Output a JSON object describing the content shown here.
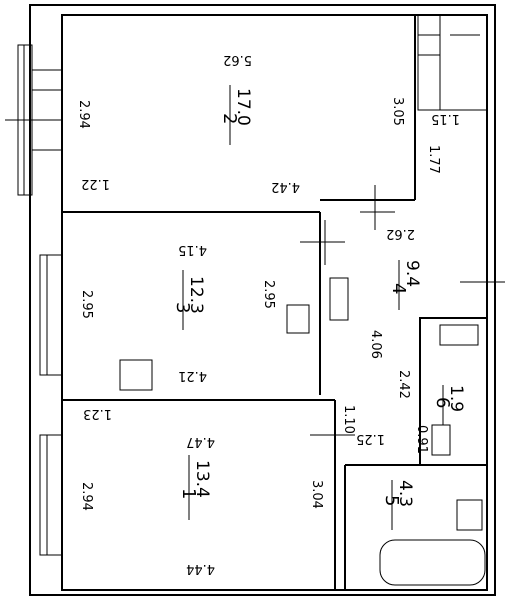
{
  "rooms": [
    {
      "number": "2",
      "area": "17.0",
      "dims": [
        "5.62",
        "2.94",
        "3.05",
        "1.22",
        "4.42"
      ]
    },
    {
      "number": "3",
      "area": "12.3",
      "dims": [
        "4.15",
        "2.95",
        "2.95",
        "4.21"
      ]
    },
    {
      "number": "1",
      "area": "13.4",
      "dims": [
        "1.23",
        "4.47",
        "2.94",
        "3.04",
        "4.44",
        "1.25"
      ]
    },
    {
      "number": "4",
      "area": "9.4",
      "dims": [
        "2.62",
        "4.06",
        "1.10"
      ]
    },
    {
      "number": "5",
      "area": "4.3"
    },
    {
      "number": "6",
      "area": "1.9",
      "dims": [
        "2.42",
        "0.91"
      ]
    }
  ],
  "hall_dims": [
    "1.15",
    "1.77"
  ]
}
